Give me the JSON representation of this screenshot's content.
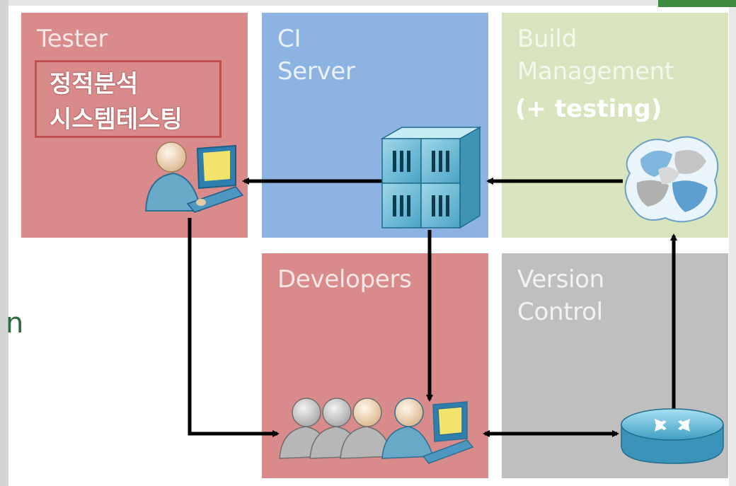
{
  "tiles": {
    "tester": {
      "label": "Tester",
      "note_line1": "정적분석",
      "note_line2": "시스템테스팅"
    },
    "ci": {
      "label": "CI\nServer"
    },
    "build": {
      "label": "Build\nManagement",
      "note": "(+ testing)"
    },
    "developers": {
      "label": "Developers"
    },
    "version_control": {
      "label": "Version\nControl"
    }
  },
  "edge_text": "n",
  "colors": {
    "tester": "#d98b8c",
    "ci": "#8db3e2",
    "build": "#d7e4bd",
    "developers": "#d98b8c",
    "version_control": "#bfbfbf",
    "arrow": "#000000",
    "note_border": "#c0504d"
  },
  "icons": [
    "tester-person-laptop-icon",
    "server-stack-icon",
    "puzzle-cloud-icon",
    "developer-group-icon",
    "router-icon"
  ]
}
